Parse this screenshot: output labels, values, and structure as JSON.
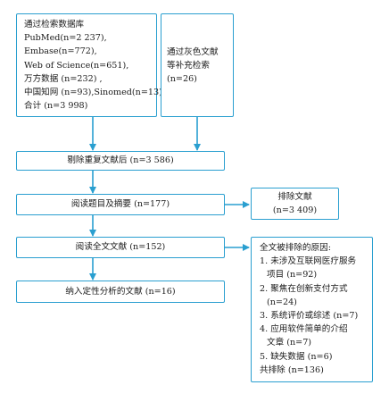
{
  "sources": {
    "databases": {
      "lines": [
        "通过检索数据库",
        "PubMed(n=2 237),",
        "Embase(n=772),",
        "Web of Science(n=651),",
        "万方数据 (n=232) ,",
        "中国知网 (n=93),Sinomed(n=13)",
        "合计 (n=3 998)"
      ]
    },
    "grey": {
      "lines": [
        "通过灰色文献",
        "等补充检索",
        "(n=26)"
      ]
    }
  },
  "steps": {
    "dedup": "剔除重复文献后 (n=3 586)",
    "screen": "阅读题目及摘要 (n=177)",
    "fulltext": "阅读全文文献 (n=152)",
    "included": "纳入定性分析的文献 (n=16)"
  },
  "excluded_abstract": {
    "lines": [
      "排除文献",
      "(n=3 409)"
    ]
  },
  "excluded_fulltext": {
    "lines": [
      "全文被排除的原因:",
      "1. 未涉及互联网医疗服务",
      "项目 (n=92)",
      "2. 聚焦在创新支付方式",
      "(n=24)",
      "3. 系统评价或综述 (n=7)",
      "4. 应用软件简单的介绍",
      "文章 (n=7)",
      "5. 缺失数据 (n=6)",
      "共排除 (n=136)"
    ]
  },
  "colors": {
    "border": "#2a9fd0",
    "arrow": "#2a9fd0"
  }
}
